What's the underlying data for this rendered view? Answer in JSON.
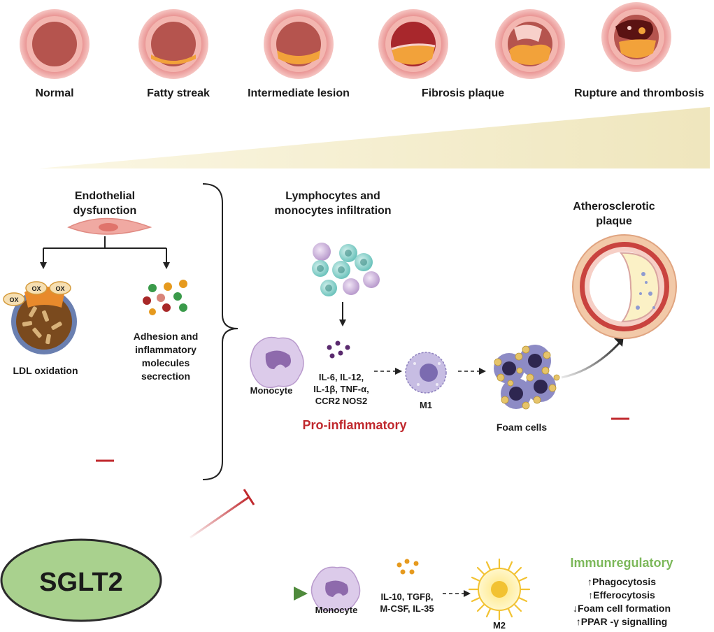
{
  "stages": {
    "normal": "Normal",
    "fatty_streak": "Fatty streak",
    "intermediate_lesion": "Intermediate lesion",
    "fibrosis_plaque": "Fibrosis plaque",
    "rupture_thrombosis": "Rupture and thrombosis"
  },
  "endothelial": {
    "line1": "Endothelial",
    "line2": "dysfunction"
  },
  "ldl": {
    "ox_label": "OX",
    "caption": "LDL oxidation"
  },
  "adhesion": {
    "line1": "Adhesion and",
    "line2": "inflammatory",
    "line3": "molecules",
    "line4": "secrection"
  },
  "lymphocytes": {
    "line1": "Lymphocytes and",
    "line2": "monocytes infiltration"
  },
  "pro": {
    "monocyte_label": "Monocyte",
    "cytokines_line1": "IL-6, IL-12,",
    "cytokines_line2": "IL-1β, TNF-α,",
    "cytokines_line3": "CCR2 NOS2",
    "m1_label": "M1",
    "foam_label": "Foam cells",
    "title": "Pro-inflammatory"
  },
  "plaque": {
    "line1": "Atherosclerotic",
    "line2": "plaque"
  },
  "sglt2": {
    "label": "SGLT2"
  },
  "immuno": {
    "monocyte_label": "Monocyte",
    "cytokines_line1": "IL-10, TGFβ,",
    "cytokines_line2": "M-CSF, IL-35",
    "m2_label": "M2",
    "title": "Immunregulatory",
    "effect1": "↑Phagocytosis",
    "effect2": "↑Efferocytosis",
    "effect3": "↓Foam cell formation",
    "effect4": "↑PPAR -γ signalling"
  },
  "colors": {
    "inhibit": "#c0282d",
    "activate": "#4f8a3c",
    "pro_text": "#c0282d",
    "immuno_text": "#7cb85a",
    "sglt2_fill": "#a9d18e"
  }
}
